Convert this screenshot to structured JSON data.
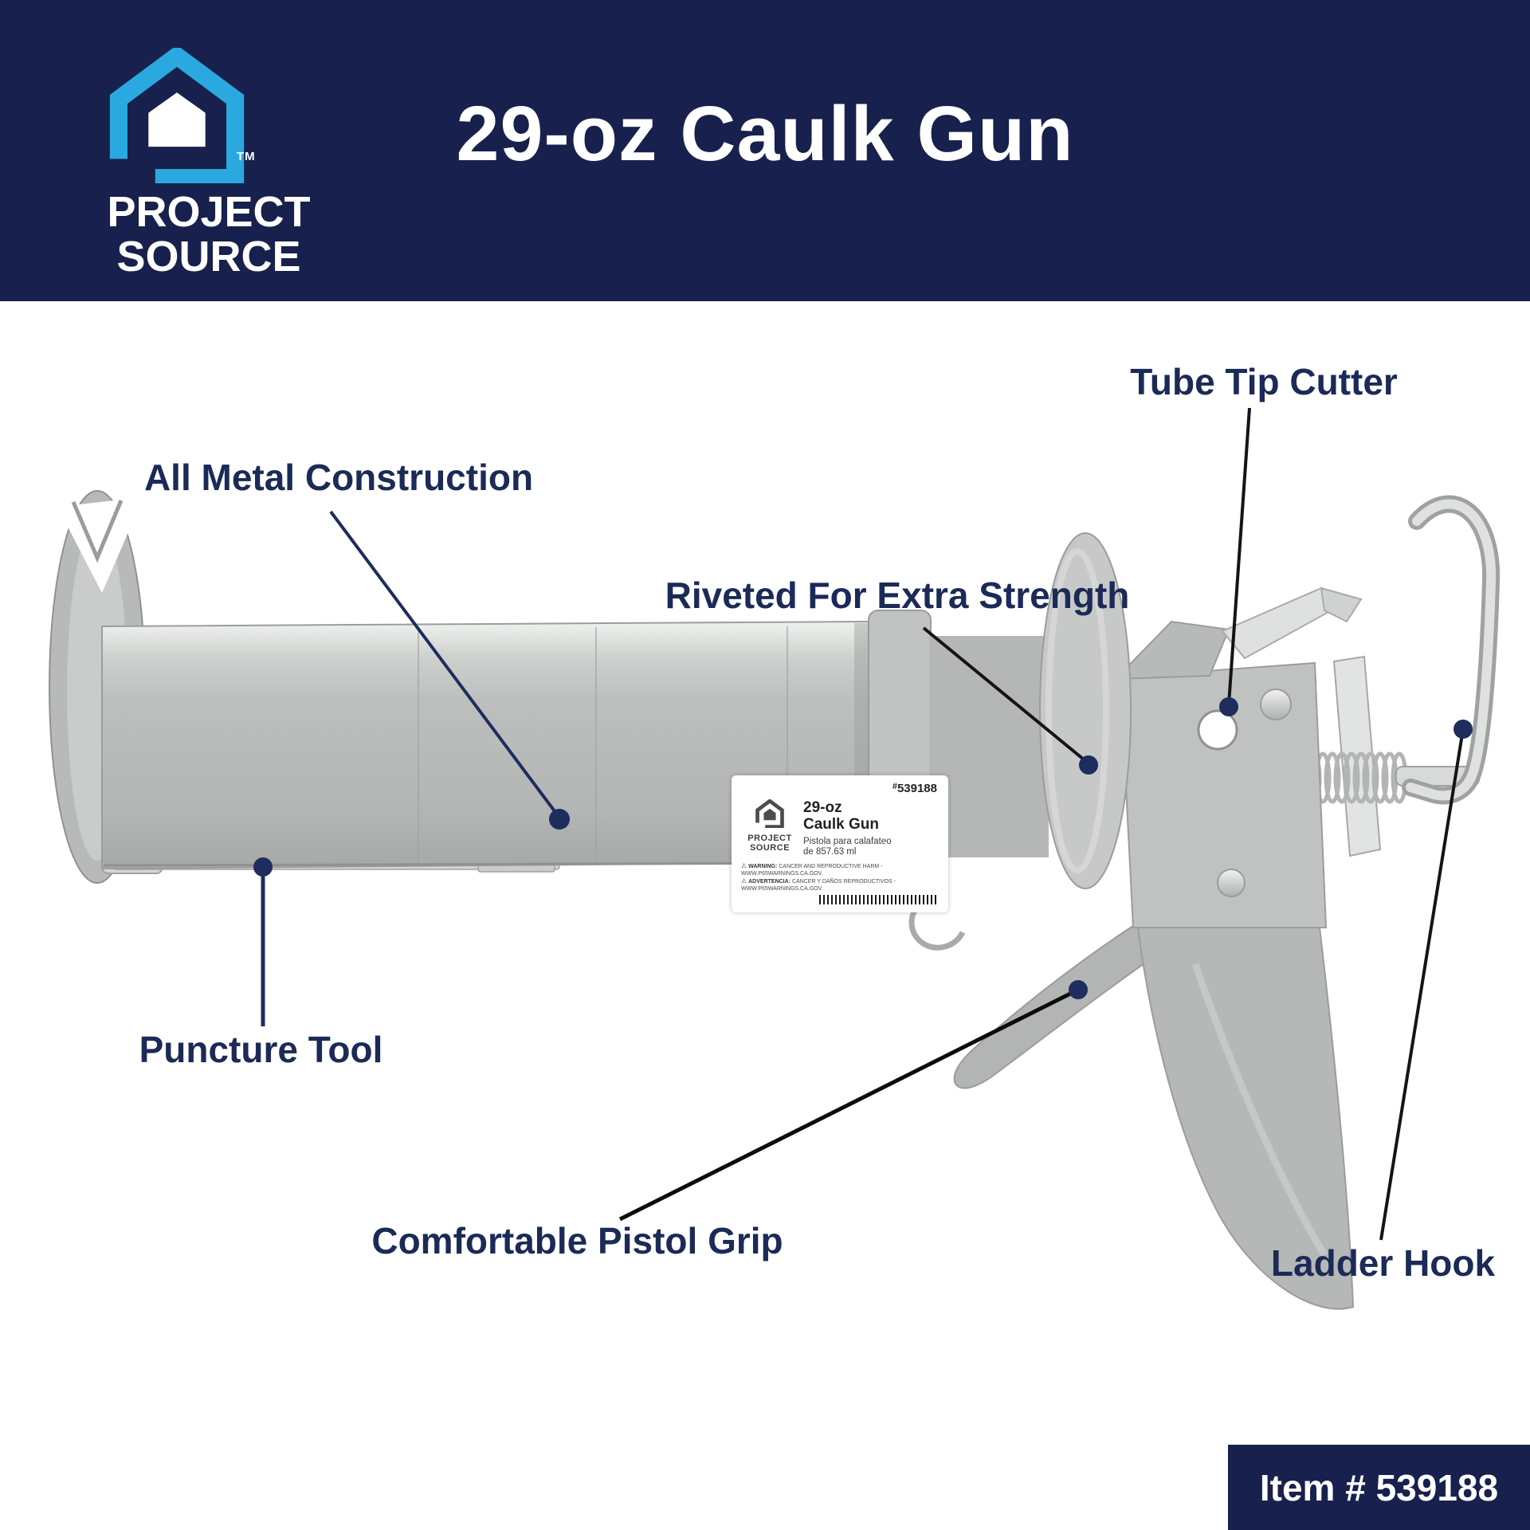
{
  "colors": {
    "brand_navy": "#18214d",
    "brand_blue": "#2aa9e0",
    "callout_text": "#1b2a57",
    "dot_navy": "#1e2c5e"
  },
  "brand": {
    "line1": "PROJECT",
    "line2": "SOURCE",
    "trademark": "TM"
  },
  "header": {
    "title": "29-oz Caulk Gun"
  },
  "callouts": [
    {
      "id": "tube-tip-cutter",
      "label": "Tube Tip Cutter"
    },
    {
      "id": "all-metal-construction",
      "label": "All Metal Construction"
    },
    {
      "id": "riveted-for-extra-strength",
      "label": "Riveted For Extra Strength"
    },
    {
      "id": "puncture-tool",
      "label": "Puncture Tool"
    },
    {
      "id": "comfortable-pistol-grip",
      "label": "Comfortable Pistol Grip"
    },
    {
      "id": "ladder-hook",
      "label": "Ladder Hook"
    }
  ],
  "product_label": {
    "item_hash": "#",
    "item_number": "539188",
    "brand_line1": "PROJECT",
    "brand_line2": "SOURCE",
    "size": "29-oz",
    "name": "Caulk Gun",
    "spanish_line1": "Pistola para calafateo",
    "spanish_line2": "de 857.63 ml",
    "warning_icon": "⚠",
    "warning_en_label": "WARNING:",
    "warning_en_text": " CANCER AND REPRODUCTIVE HARM - WWW.P65WARNINGS.CA.GOV.",
    "warning_es_label": "ADVERTENCIA:",
    "warning_es_text": " CÁNCER Y DAÑOS REPRODUCTIVOS - WWW.P65WARNINGS.CA.GOV."
  },
  "footer": {
    "item_label": "Item # 539188"
  }
}
